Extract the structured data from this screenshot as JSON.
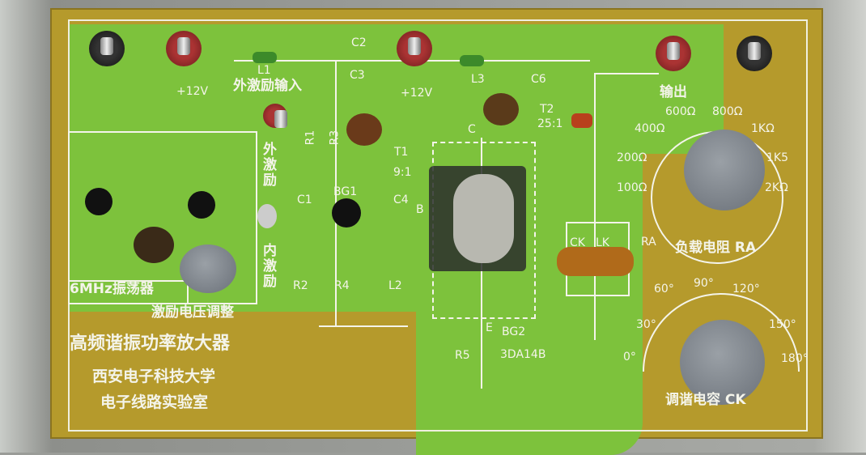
{
  "board_title": "高频谐振功率放大器",
  "university": "西安电子科技大学",
  "lab": "电子线路实验室",
  "labels": {
    "plus12v_left": "+12V",
    "plus12v_mid": "+12V",
    "ext_input": "外激励输入",
    "ext_excite": "外激励",
    "int_excite": "内激励",
    "osc": "6MHz振荡器",
    "excite_adjust": "激励电压调整",
    "output": "输出",
    "load_resistor": "负载电阻 RA",
    "tuning_cap": "调谐电容 CK",
    "L1": "L1",
    "L2": "L2",
    "L3": "L3",
    "C1": "C1",
    "C2": "C2",
    "C3": "C3",
    "C4": "C4",
    "C6": "C6",
    "R1": "R1",
    "R2": "R2",
    "R3": "R3",
    "R4": "R4",
    "R5": "R5",
    "T1": "T1",
    "T1_ratio": "9:1",
    "T2": "T2",
    "T2_ratio": "25:1",
    "BG1": "BG1",
    "BG2": "BG2",
    "BG2_part": "3DA14B",
    "B": "B",
    "C": "C",
    "E": "E",
    "CK": "CK",
    "LK": "LK",
    "RA": "RA"
  },
  "load_dial": [
    "100Ω",
    "200Ω",
    "400Ω",
    "600Ω",
    "800Ω",
    "1KΩ",
    "1K5",
    "2KΩ"
  ],
  "cap_dial": [
    "0°",
    "30°",
    "60°",
    "90°",
    "120°",
    "150°",
    "180°"
  ]
}
